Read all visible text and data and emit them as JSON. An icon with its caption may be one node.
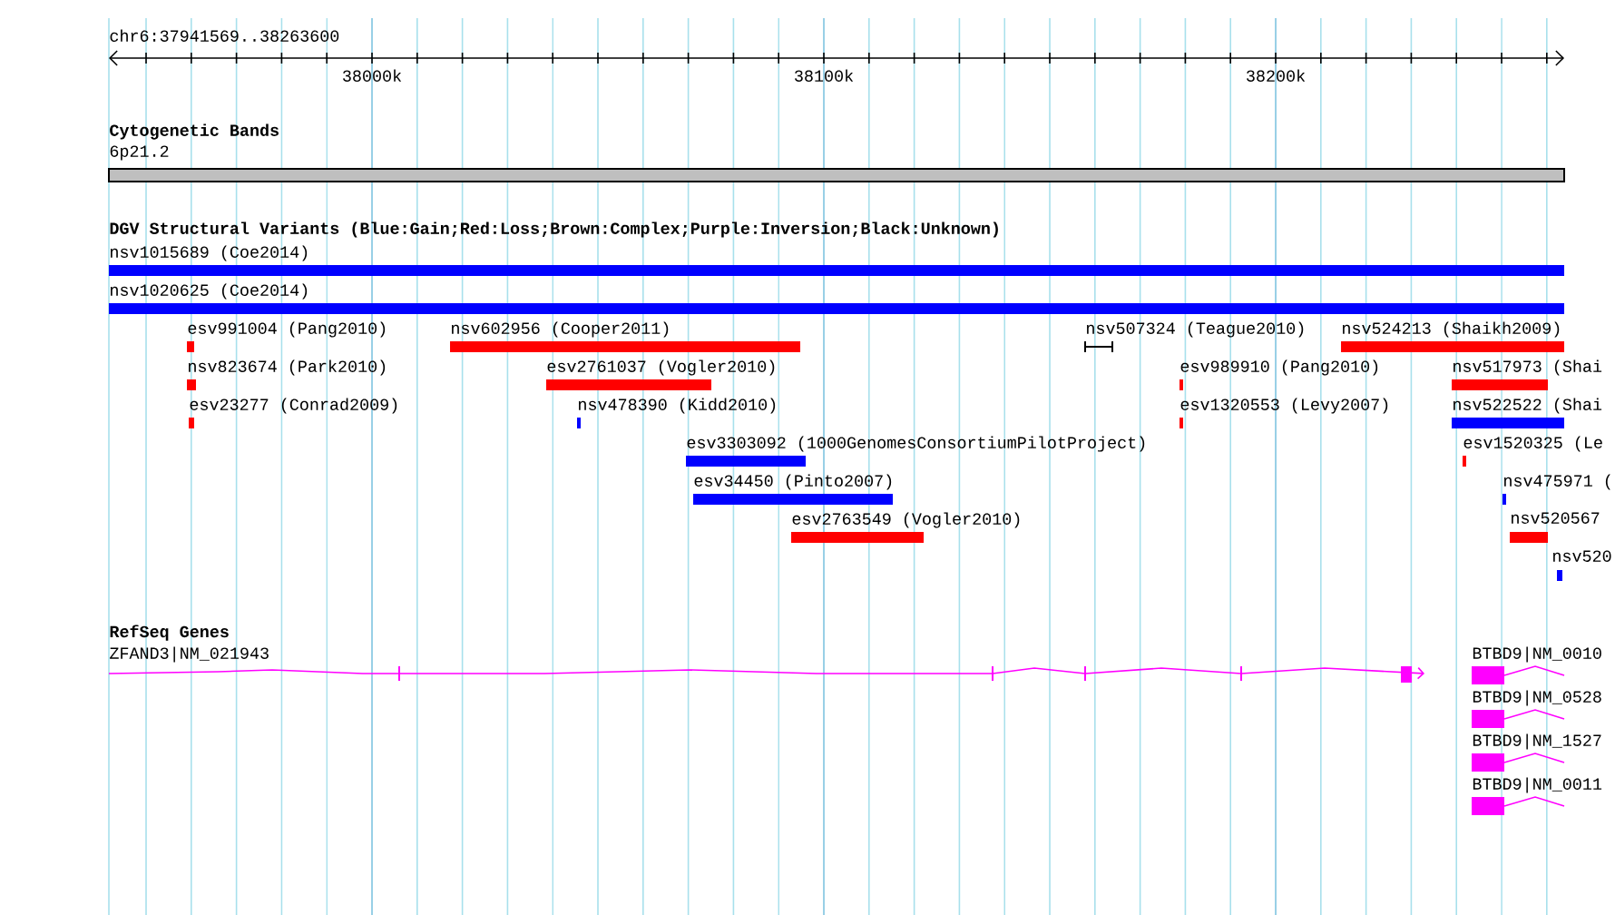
{
  "diagram": {
    "nodes": [
      {
        "text": [
          "nsv1015689 (Coe2014)"
        ]
      },
      {
        "text": [
          "nsv1020625 (Coe2014)"
        ]
      },
      {
        "text": [
          "esv991004 (Pang2010)"
        ]
      },
      {
        "text": [
          "nsv602956 (Cooper2011)"
        ]
      },
      {
        "text": [
          "nsv507324 (Teague2010)"
        ]
      },
      {
        "text": [
          "nsv524213 (Shaikh2009)"
        ]
      },
      {
        "text": [
          "nsv823674 (Park2010)"
        ]
      },
      {
        "text": [
          "esv2761037 (Vogler2010)"
        ]
      },
      {
        "text": [
          "esv989910 (Pang2010)"
        ]
      },
      {
        "text": [
          "nsv517973 (Shai"
        ]
      },
      {
        "text": [
          "nsv478390 (Kidd2010)"
        ]
      },
      {
        "text": [
          "esv23277 (Conrad2009)"
        ]
      },
      {
        "text": [
          "esv1320553 (Levy2007)"
        ]
      },
      {
        "text": [
          "nsv522522 (Shai"
        ]
      },
      {
        "text": [
          "esv3303092 (1000GenomesConsortiumPilotProject)"
        ]
      },
      {
        "text": [
          "esv1520325 (Le"
        ]
      },
      {
        "text": [
          "esv34450 (Pinto2007)"
        ]
      },
      {
        "text": [
          "nsv475971 ("
        ]
      },
      {
        "text": [
          "esv2763549 (Vogler2010)"
        ]
      },
      {
        "text": [
          "nsv520567"
        ]
      },
      {
        "text": [
          "nsv520"
        ]
      },
      {
        "text": [
          "ZFAND3|NM_021943"
        ]
      },
      {
        "text": [
          "BTBD9|NM_0010"
        ]
      },
      {
        "text": [
          "BTBD9|NM_0528"
        ]
      },
      {
        "text": [
          "BTBD9|NM_1527"
        ]
      },
      {
        "text": [
          "BTBD9|NM_0011"
        ]
      }
    ],
    "labels": [
      "chr6:37941569..38263600",
      "38000k",
      "38100k",
      "38200k",
      "Cytogenetic Bands",
      "6p21.2",
      "DGV Structural Variants (Blue:Gain;Red:Loss;Brown:Complex;Purple:Inversion;Black:Unknown)",
      "RefSeq Genes"
    ]
  }
}
